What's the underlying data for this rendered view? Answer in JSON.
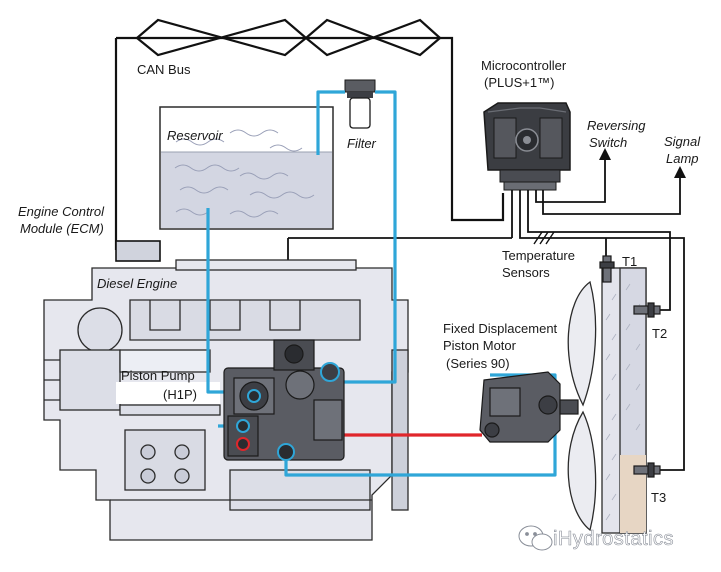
{
  "labels": {
    "can_bus": "CAN Bus",
    "microcontroller": "Microcontroller",
    "microcontroller_model": "(PLUS+1™)",
    "reversing": "Reversing",
    "switch": "Switch",
    "signal": "Signal",
    "lamp": "Lamp",
    "reservoir": "Reservoir",
    "filter": "Filter",
    "ecm_line1": "Engine Control",
    "ecm_line2": "Module (ECM)",
    "diesel_engine": "Diesel Engine",
    "temperature": "Temperature",
    "sensors": "Sensors",
    "t1": "T1",
    "t2": "T2",
    "t3": "T3",
    "fixed_disp": "Fixed Displacement",
    "piston_motor": "Piston Motor",
    "series": "(Series 90)",
    "piston_pump": "Piston Pump",
    "pump_model": "(H1P)"
  },
  "watermark": {
    "text": "iHydrostatics"
  },
  "colors": {
    "hydraulic_blue": "#2fa6d8",
    "pressure_red": "#e0262b",
    "wire_black": "#111111",
    "engine_fill": "#e6e7ee",
    "engine_stroke": "#2b2b2b",
    "reservoir_fill": "#d9dbe6",
    "machine_dark": "#4d4f55"
  }
}
